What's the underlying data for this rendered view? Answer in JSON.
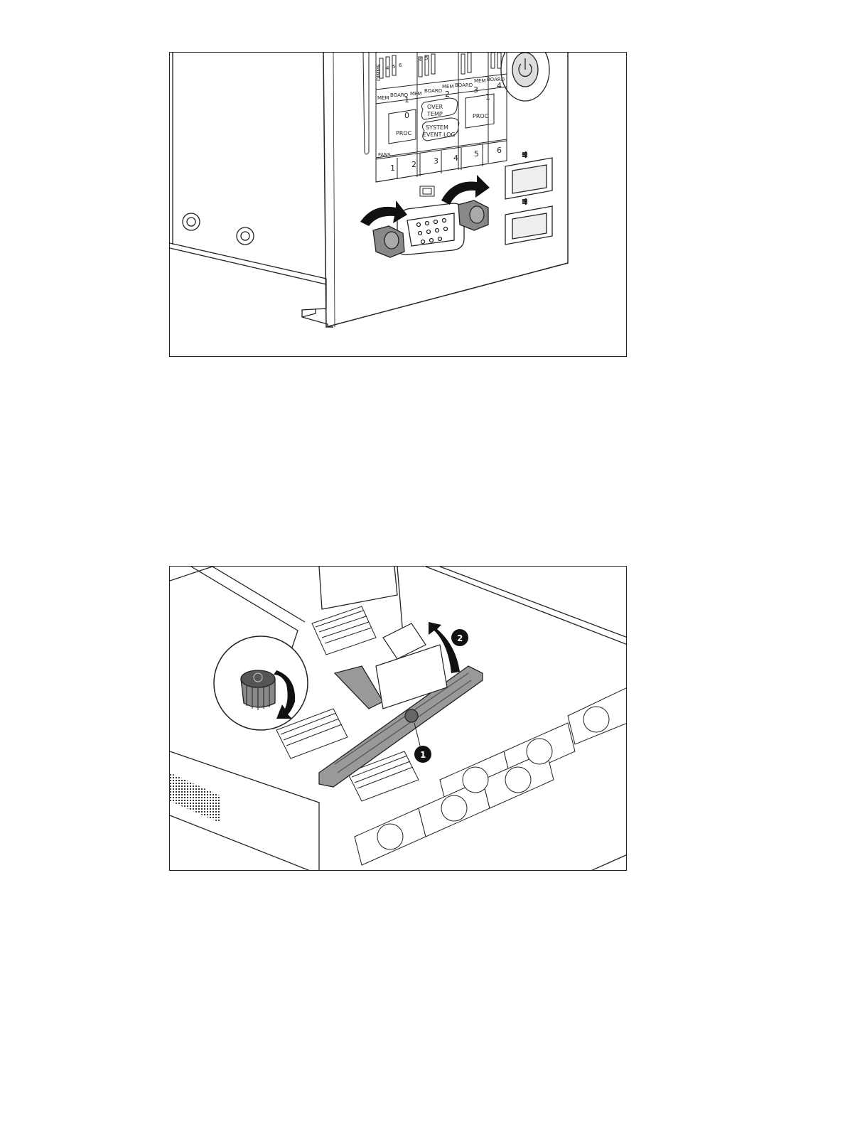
{
  "figure1": {
    "panel_labels": {
      "dimms": "DIMMS",
      "mem_board": "MEM BOARD",
      "mem": "MEM",
      "board": "BOARD",
      "proc": "PROC",
      "over_temp_line1": "OVER",
      "over_temp_line2": "TEMP",
      "system_event_log_line1": "SYSTEM",
      "system_event_log_line2": "EVENT LOG",
      "fans": "FANS",
      "dimm_slots": [
        "4",
        "5",
        "6"
      ],
      "mem_board_numbers": [
        "1",
        "2",
        "3",
        "4"
      ],
      "proc_numbers": [
        "0",
        "1"
      ],
      "fan_numbers": [
        "1",
        "2",
        "3",
        "4",
        "5",
        "6"
      ]
    },
    "icons": [
      "power-button-icon",
      "usb-icon",
      "vga-port-icon",
      "rotate-arrow-icon"
    ]
  },
  "figure2": {
    "callouts": [
      "1",
      "2"
    ],
    "icons": [
      "thumbscrew-icon",
      "rotate-arrow-icon"
    ]
  }
}
